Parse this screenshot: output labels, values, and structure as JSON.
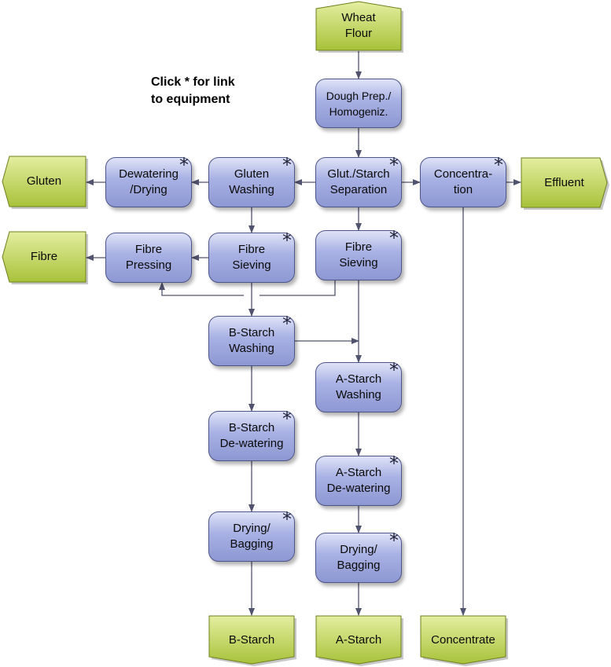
{
  "note": "Click * for link\nto equipment",
  "colors": {
    "process_top": "#dfe3f7",
    "process_bottom": "#8d97d2",
    "process_border": "#4d5488",
    "terminal_top": "#e4eea0",
    "terminal_bottom": "#a8c23a",
    "terminal_border": "#6e7f1d",
    "line": "#50536e"
  },
  "nodes": {
    "wheat_flour": "Wheat\nFlour",
    "dough_prep": "Dough Prep./\nHomogeniz.",
    "glut_starch_sep": "Glut./Starch\nSeparation",
    "gluten_washing": "Gluten\nWashing",
    "dewatering_drying": "Dewatering\n/Drying",
    "gluten": "Gluten",
    "concentration": "Concentra-\ntion",
    "effluent": "Effluent",
    "fibre_sieving_1": "Fibre\nSieving",
    "fibre_sieving_2": "Fibre\nSieving",
    "fibre_pressing": "Fibre\nPressing",
    "fibre": "Fibre",
    "b_starch_washing": "B-Starch\nWashing",
    "a_starch_washing": "A-Starch\nWashing",
    "b_starch_dewatering": "B-Starch\nDe-watering",
    "a_starch_dewatering": "A-Starch\nDe-watering",
    "drying_bagging_b": "Drying/\nBagging",
    "drying_bagging_a": "Drying/\nBagging",
    "b_starch": "B-Starch",
    "a_starch": "A-Starch",
    "concentrate": "Concentrate"
  },
  "asterisk": "*"
}
